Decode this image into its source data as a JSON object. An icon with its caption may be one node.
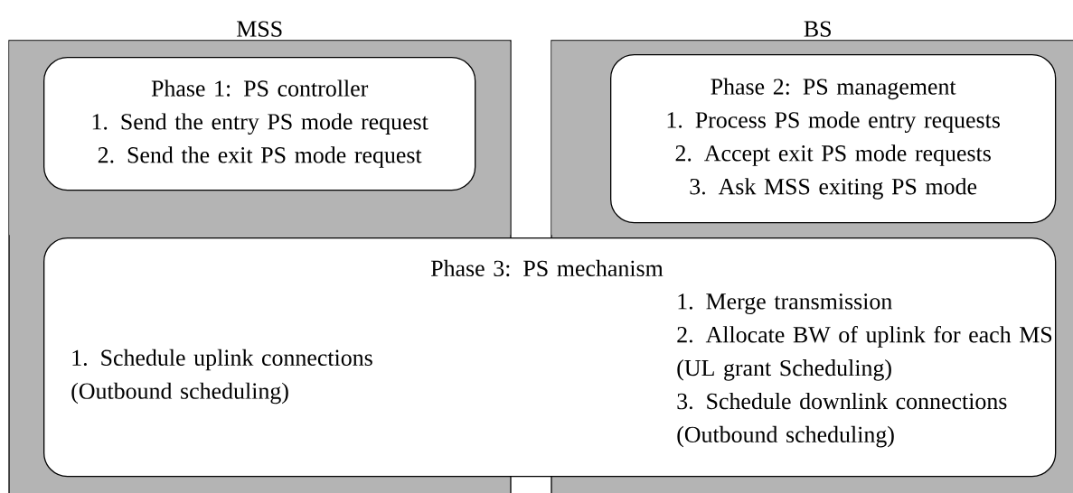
{
  "diagram": {
    "nodes": [
      {
        "text": [
          "MSS"
        ]
      },
      {
        "text": [
          "Phase 1: PS controller",
          "1. Send the entry PS mode request",
          "2. Send the exit PS mode request"
        ],
        "in": 0
      },
      {
        "text": [
          "BS"
        ]
      },
      {
        "text": [
          "Phase 2: PS management",
          "1. Process PS mode entry requests",
          "2. Accept exit PS mode requests",
          "3. Ask MSS exiting PS mode"
        ],
        "in": 2
      },
      {
        "text": [
          "Phase 3: PS mechanism",
          "1. Schedule uplink connections (Outbound scheduling)",
          "1. Merge transmission",
          "2. Allocate BW of uplink for each MS (UL grant Scheduling)",
          "3. Schedule downlink connections (Outbound scheduling)"
        ]
      }
    ]
  }
}
